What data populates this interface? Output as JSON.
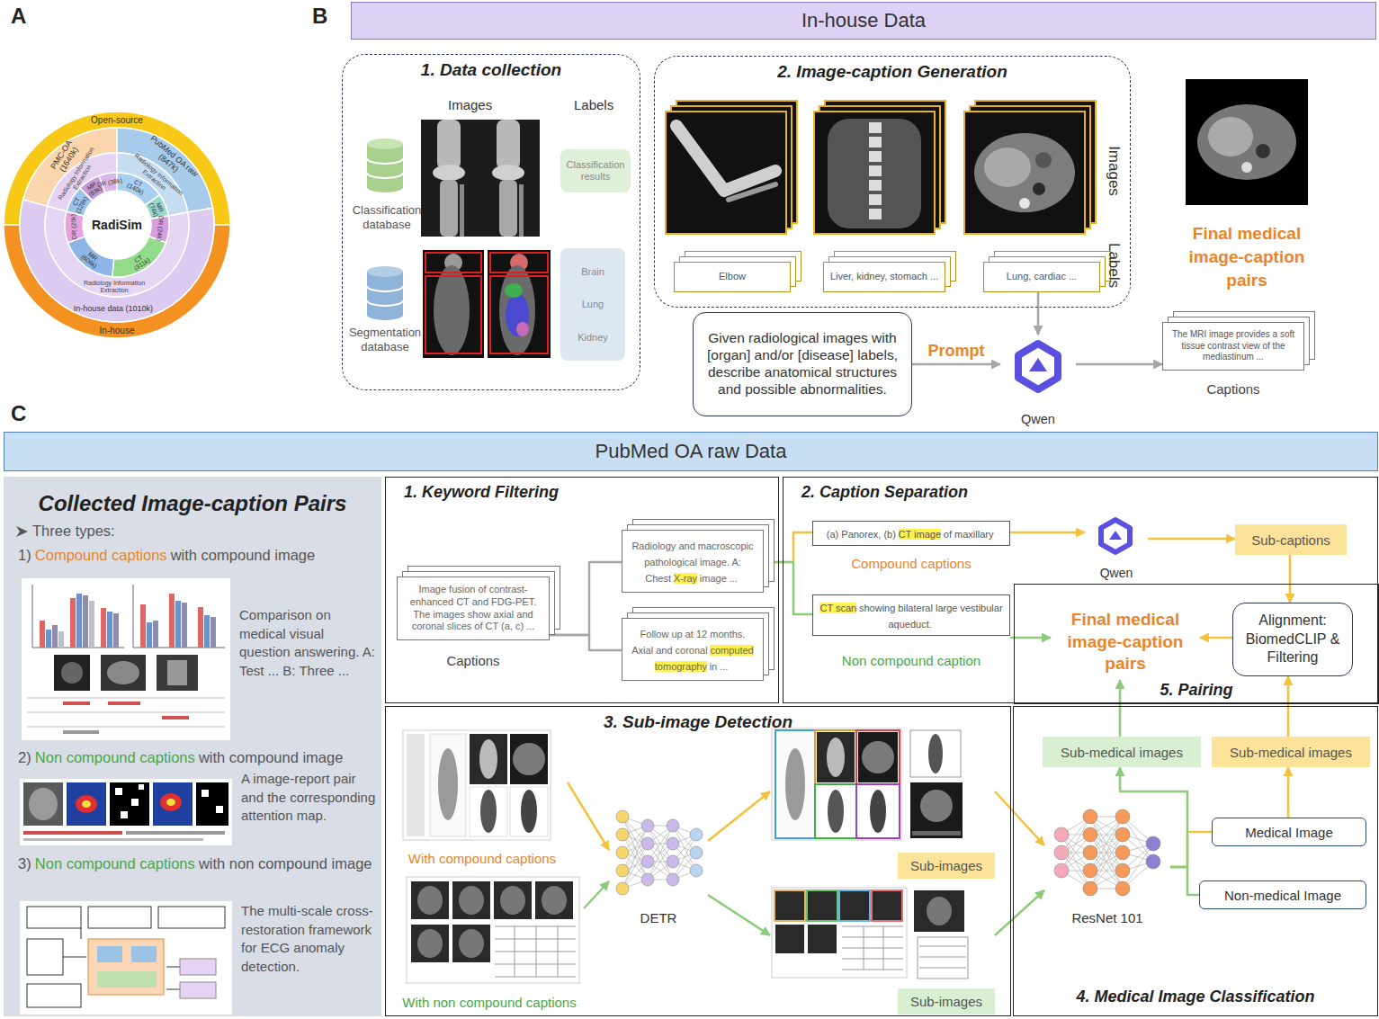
{
  "diagram": {
    "nodes": [
      {
        "text": [
          "In-house Data"
        ]
      },
      {
        "text": [
          "1. Data collection"
        ]
      },
      {
        "text": [
          "Classification results"
        ],
        "in": 1
      },
      {
        "text": [
          "Brain",
          "Lung",
          "Kidney"
        ],
        "in": 1
      },
      {
        "text": [
          "2. Image-caption Generation"
        ]
      },
      {
        "text": [
          "Elbow"
        ],
        "in": 4
      },
      {
        "text": [
          "Liver, kidney, stomach ..."
        ],
        "in": 4
      },
      {
        "text": [
          "Lung, cardiac ..."
        ],
        "in": 4
      },
      {
        "text": [
          "Given radiological images with [organ] and/or [disease] labels, describe anatomical structures and possible abnormalities."
        ]
      },
      {
        "text": [
          "Qwen"
        ]
      },
      {
        "text": [
          "The MRI image provides a soft tissue contrast view of the mediastinum ...",
          "Captions"
        ]
      },
      {
        "text": [
          "PubMed OA raw Data"
        ]
      },
      {
        "text": [
          "Collected Image-caption Pairs"
        ]
      },
      {
        "text": [
          "1. Keyword Filtering"
        ]
      },
      {
        "text": [
          "Image fusion of contrast-enhanced CT and FDG-PET. The images show axial and coronal slices of CT (a, c) ...",
          "Captions"
        ],
        "in": 13
      },
      {
        "text": [
          "Radiology and macroscopic pathological image. A: Chest",
          "X-ray",
          "image ..."
        ],
        "in": 13
      },
      {
        "text": [
          "Follow up at 12 months. Axial and coronal",
          "computed tomography",
          "in ..."
        ],
        "in": 13
      },
      {
        "text": [
          "2. Caption Separation"
        ]
      },
      {
        "text": [
          "(a) Panorex, (b)",
          "CT image",
          "of maxillary",
          "Compound captions"
        ],
        "in": 17
      },
      {
        "text": [
          "Qwen"
        ],
        "in": 17
      },
      {
        "text": [
          "Sub-captions"
        ],
        "in": 17
      },
      {
        "text": [
          "CT scan",
          "showing bilateral large vestibular aqueduct.",
          "Non compound caption"
        ],
        "in": 17
      },
      {
        "text": [
          "5. Pairing"
        ],
        "in": 17
      },
      {
        "text": [
          "Final medical image-caption pairs"
        ],
        "in": 22
      },
      {
        "text": [
          "Alignment: BiomedCLIP & Filtering"
        ],
        "in": 22
      },
      {
        "text": [
          "3. Sub-image Detection"
        ]
      },
      {
        "text": [
          "With compound captions"
        ],
        "in": 25
      },
      {
        "text": [
          "With non compound captions"
        ],
        "in": 25
      },
      {
        "text": [
          "DETR"
        ],
        "in": 25
      },
      {
        "text": [
          "Sub-images"
        ],
        "in": 25
      },
      {
        "text": [
          "Sub-images"
        ],
        "in": 25
      },
      {
        "text": [
          "4. Medical Image Classification"
        ]
      },
      {
        "text": [
          "Sub-medical images"
        ],
        "in": 31
      },
      {
        "text": [
          "Sub-medical images"
        ],
        "in": 31
      },
      {
        "text": [
          "ResNet 101"
        ],
        "in": 31
      },
      {
        "text": [
          "Medical Image"
        ],
        "in": 31
      },
      {
        "text": [
          "Non-medical Image"
        ],
        "in": 31
      }
    ],
    "edges": [
      {
        "from": 7,
        "to": 9,
        "arrow": "to"
      },
      {
        "from": 8,
        "to": 9,
        "arrow": "to",
        "label": "Prompt"
      },
      {
        "from": 9,
        "to": 10,
        "arrow": "to"
      },
      {
        "from": 14,
        "to": 15,
        "arrow": "none"
      },
      {
        "from": 14,
        "to": 16,
        "arrow": "none"
      },
      {
        "from": 15,
        "to": 18,
        "arrow": "none"
      },
      {
        "from": 15,
        "to": 21,
        "arrow": "none"
      },
      {
        "from": 18,
        "to": 19,
        "arrow": "to"
      },
      {
        "from": 19,
        "to": 20,
        "arrow": "to"
      },
      {
        "from": 20,
        "to": 24,
        "arrow": "to"
      },
      {
        "from": 24,
        "to": 23,
        "arrow": "to"
      },
      {
        "from": 21,
        "to": 23,
        "arrow": "to"
      },
      {
        "from": 26,
        "to": 28,
        "arrow": "to"
      },
      {
        "from": 27,
        "to": 28,
        "arrow": "to"
      },
      {
        "from": 28,
        "to": 29,
        "arrow": "to"
      },
      {
        "from": 28,
        "to": 30,
        "arrow": "to"
      },
      {
        "from": 29,
        "to": 34,
        "arrow": "to"
      },
      {
        "from": 30,
        "to": 34,
        "arrow": "to"
      },
      {
        "from": 34,
        "to": 35,
        "arrow": "none"
      },
      {
        "from": 34,
        "to": 36,
        "arrow": "none"
      },
      {
        "from": 34,
        "to": 32,
        "arrow": "to"
      },
      {
        "from": 35,
        "to": 33,
        "arrow": "to"
      },
      {
        "from": 32,
        "to": 23,
        "arrow": "to"
      },
      {
        "from": 33,
        "to": 24,
        "arrow": "to"
      }
    ],
    "labels": [
      "A",
      "B",
      "C",
      "RadiSim",
      "Open-source",
      "In-house",
      "PMC-OA (1640k)",
      "PubMed OA raw (847k)",
      "In-house data (1010k)",
      "Radiology Information Extraction",
      "Radiology Information Extraction",
      "Radiology Information Extraction",
      "DR (20k)",
      "CT (129k)",
      "MR (83k)",
      "DR (38k)",
      "CT (140k)",
      "MR (74k)",
      "DR (24k)",
      "CT (311k)",
      "MR (606k)",
      "Images",
      "Labels",
      "Classification database",
      "Segmentation database",
      "Images",
      "Labels",
      "Final medical image-caption pairs",
      "Three types:",
      "1)",
      "Compound captions",
      "with compound image",
      "Comparison on medical visual question answering. A: Test ... B: Three ...",
      "2)",
      "Non compound captions",
      "with compound image",
      "A image-report pair and the corresponding attention map.",
      "3)",
      "Non compound captions",
      "with non compound image",
      "The multi-scale cross-restoration framework for ECG anomaly detection."
    ]
  }
}
